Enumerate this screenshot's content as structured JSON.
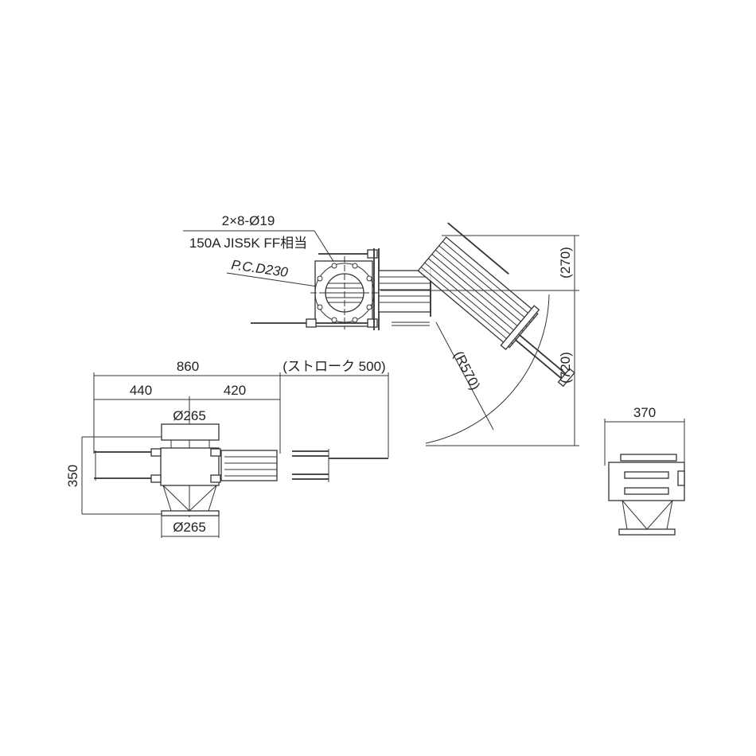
{
  "top_view": {
    "bolt_holes": "2×8-Ø19",
    "flange_spec": "150A JIS5K FF相当",
    "pcd": "P.C.D230",
    "dim_swing_offset": "(270)",
    "dim_swing_length": "(720)",
    "radius": "(R570)"
  },
  "front_view": {
    "overall_length": "860",
    "left_length": "440",
    "right_length": "420",
    "stroke": "(ストローク 500)",
    "top_diameter": "Ø265",
    "bottom_diameter": "Ø265",
    "height": "350"
  },
  "side_view": {
    "width": "370"
  }
}
